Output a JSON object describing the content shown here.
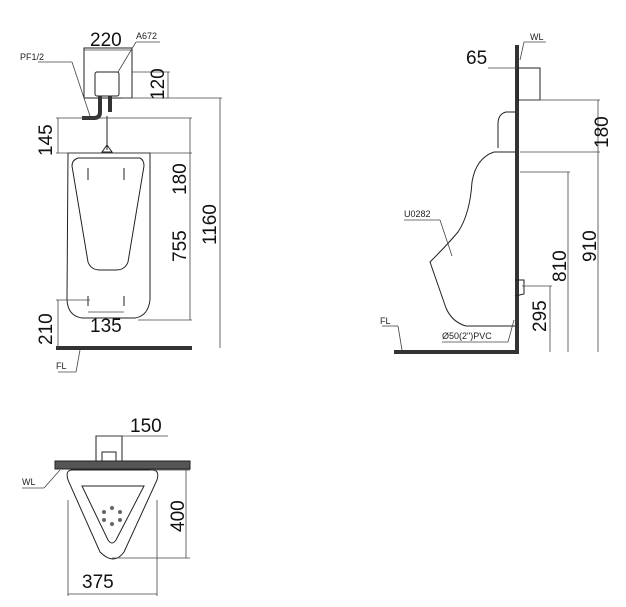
{
  "front_view": {
    "width_label": "220",
    "sensor_label": "A672",
    "pipe_label": "PF1/2",
    "sensor_height": "120",
    "pipe_offset": "145",
    "top_to_sensor": "180",
    "urinal_height": "755",
    "total_height": "1160",
    "floor_to_outlet": "210",
    "outlet_spacing": "135",
    "floor_label": "FL"
  },
  "side_view": {
    "wall_label": "WL",
    "depth_label": "65",
    "top_dim": "180",
    "height_910": "910",
    "height_810": "810",
    "height_295": "295",
    "model_label": "U0282",
    "floor_label": "FL",
    "drain_label": "Ø50(2\")PVC"
  },
  "top_view": {
    "sensor_width": "150",
    "wall_label": "WL",
    "depth": "400",
    "width": "375"
  }
}
